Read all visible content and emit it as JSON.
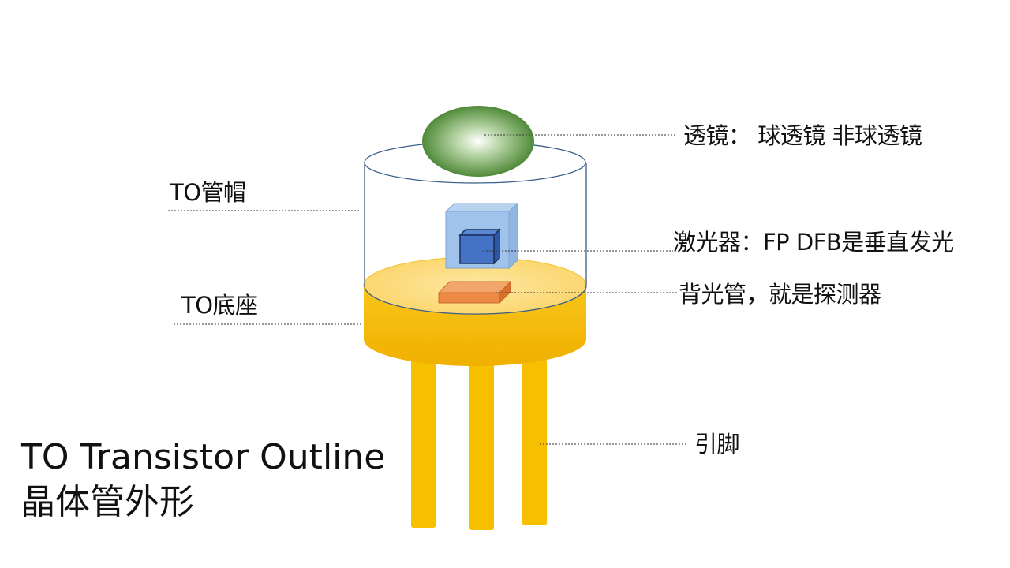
{
  "labels": {
    "lens": "透镜： 球透镜  非球透镜",
    "cap": "TO管帽",
    "laser": "激光器：FP DFB是垂直发光",
    "base": "TO底座",
    "photodiode": "背光管，就是探测器",
    "pins": "引脚"
  },
  "title": {
    "line1": "TO Transistor Outline",
    "line2": "晶体管外形"
  },
  "colors": {
    "pin_yellow": "#f6c000",
    "base_yellow": "#f5c518",
    "base_top": "#fde08a",
    "laser_outer": "#9fc3ea",
    "laser_inner": "#4472c4",
    "photodiode": "#ed8b45",
    "lens_green": "#5a9a3c",
    "leader_line": "#333333"
  }
}
